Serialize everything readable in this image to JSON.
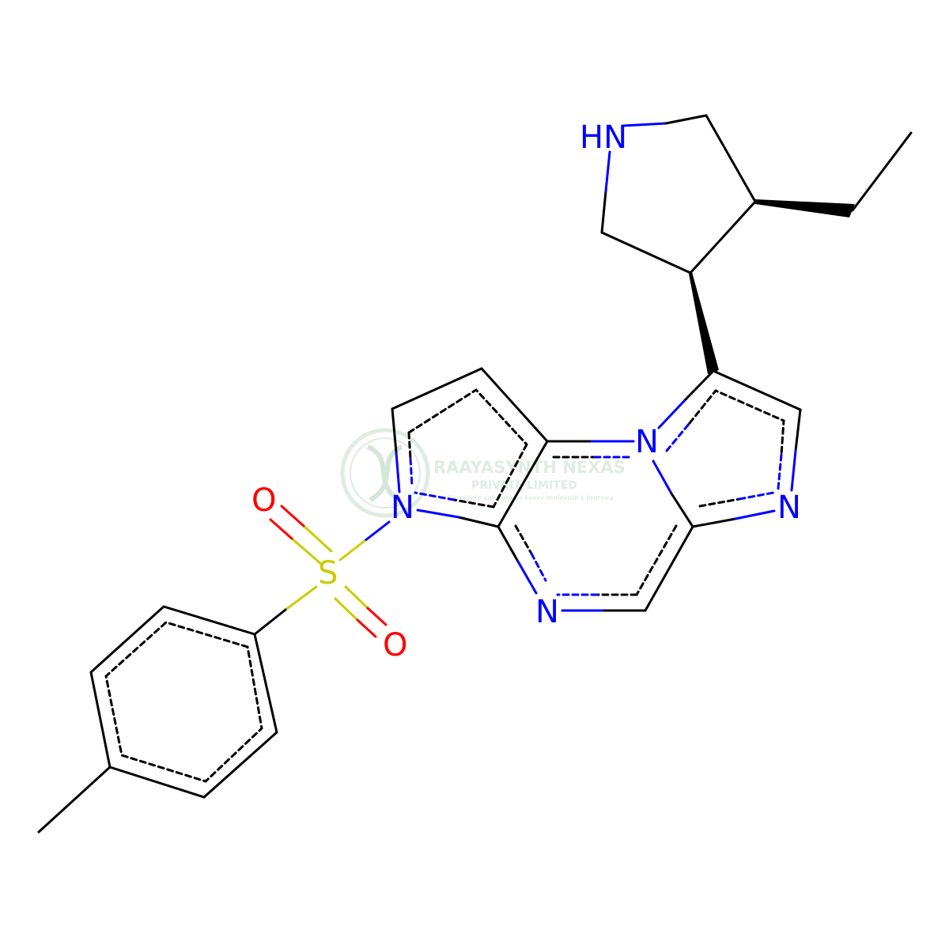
{
  "colors": {
    "bond": "#000000",
    "nitrogen": "#0000FF",
    "oxygen": "#FF0000",
    "sulfur": "#CCCC00",
    "watermark": "#6fae7a"
  },
  "atoms": {
    "nh": "HN",
    "n_pyrrole": "N",
    "n_bridge": "N",
    "n_imidazole": "N",
    "n_pyrazine": "N",
    "sulfur": "S",
    "oxygen_top": "O",
    "oxygen_bottom": "O"
  },
  "watermark": {
    "company": "RAAYASYNTH NEXAS",
    "subtitle": "PRIVATE LIMITED",
    "tagline": "Complete solution to every molecule's journey"
  }
}
